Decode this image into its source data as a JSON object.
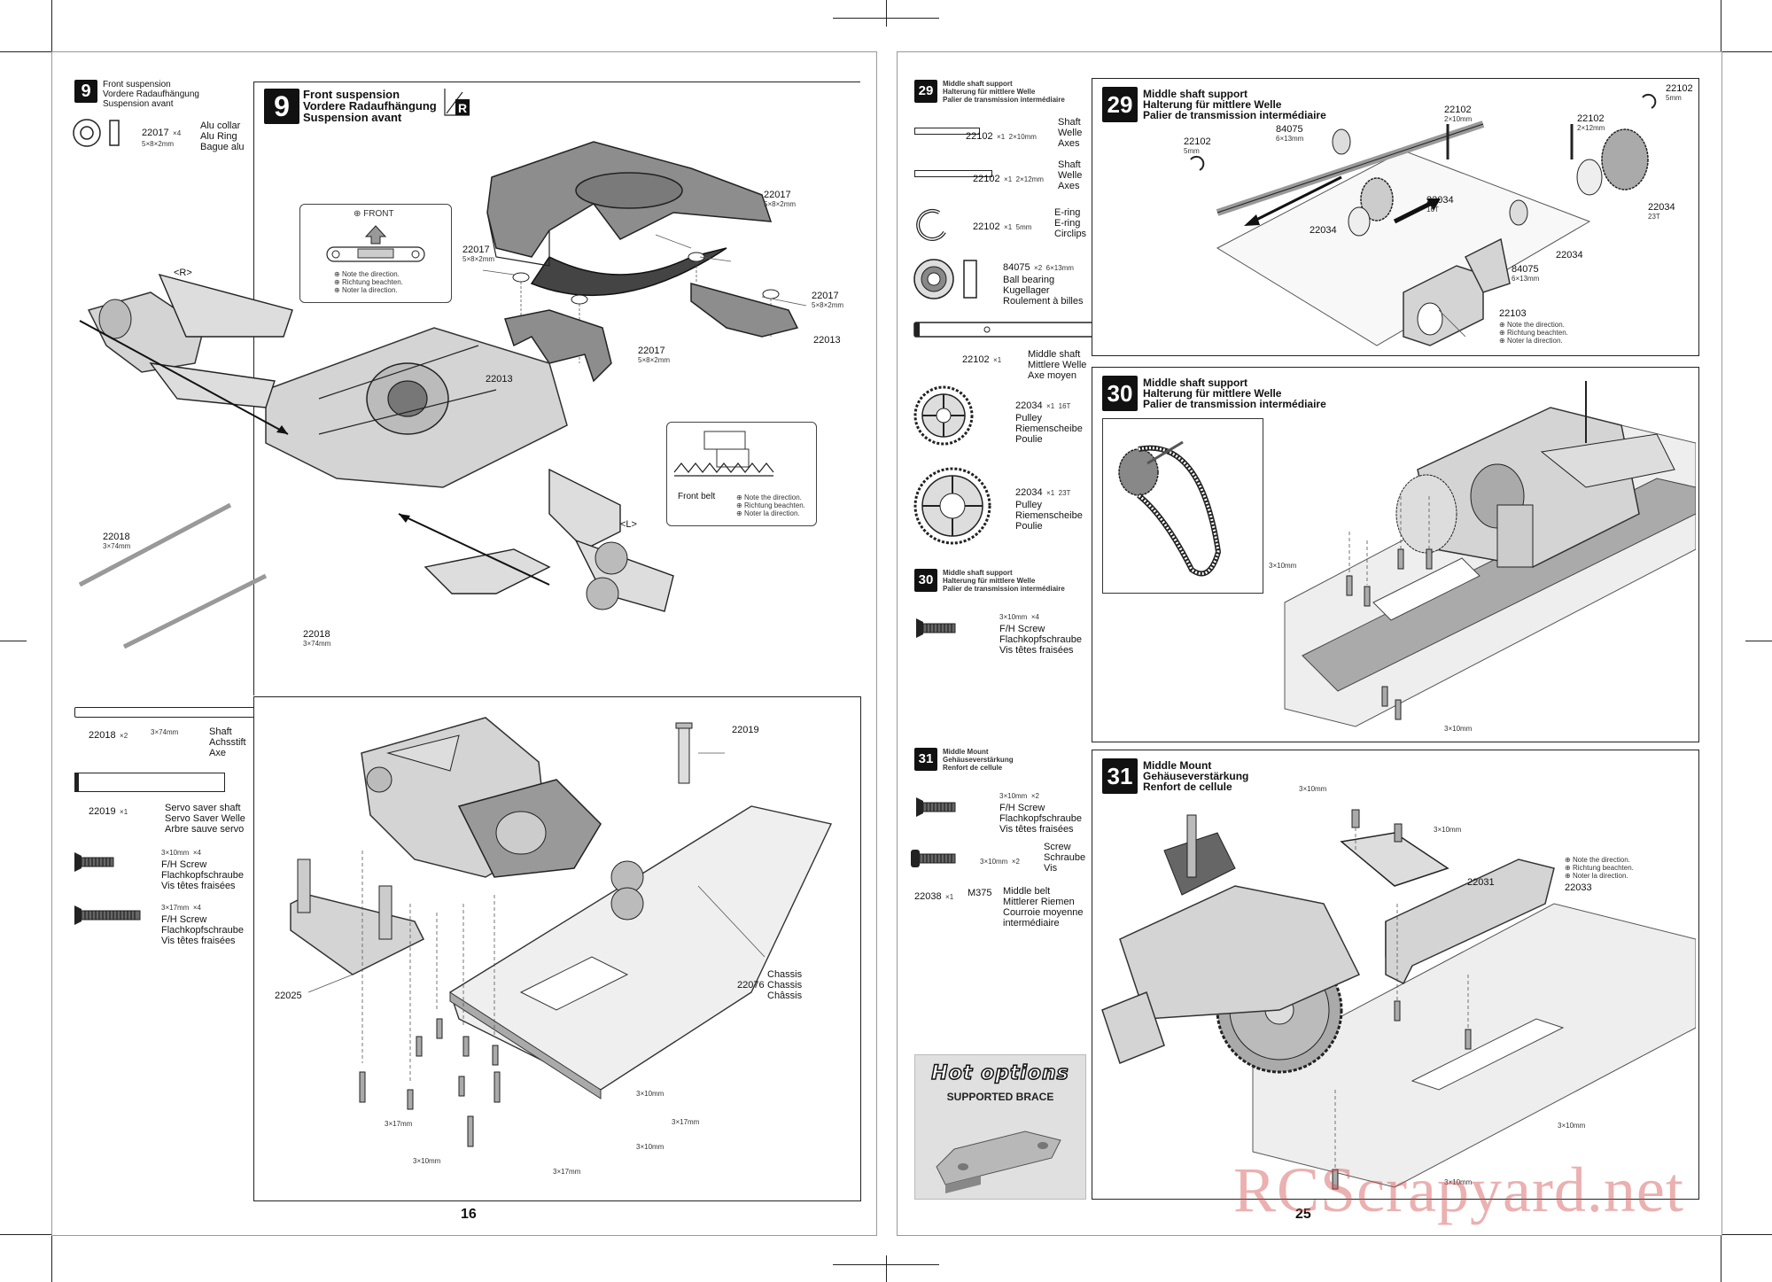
{
  "left_page": {
    "page_number": "16",
    "sidebar": {
      "step": "9",
      "title": [
        "Front suspension",
        "Vordere Radaufhängung",
        "Suspension avant"
      ],
      "parts": [
        {
          "id": "22017",
          "qty": "×4",
          "size": "5×8×2mm",
          "desc": [
            "Alu collar",
            "Alu Ring",
            "Bague alu"
          ]
        }
      ]
    },
    "main": {
      "step": "9",
      "title": [
        "Front suspension",
        "Vordere Radaufhängung",
        "Suspension avant"
      ],
      "side_r": "<R>",
      "side_l": "<L>",
      "front_note": {
        "label": "FRONT",
        "notes": [
          "Note the direction.",
          "Richtung beachten.",
          "Noter la direction."
        ]
      },
      "belt_note": {
        "label": "Front belt",
        "notes": [
          "Note the direction.",
          "Richtung beachten.",
          "Noter la direction."
        ]
      },
      "callouts": [
        {
          "id": "22017",
          "size": "5×8×2mm"
        },
        {
          "id": "22017",
          "size": "5×8×2mm"
        },
        {
          "id": "22017",
          "size": "5×8×2mm"
        },
        {
          "id": "22017",
          "size": "5×8×2mm"
        },
        {
          "id": "22013",
          "size": ""
        },
        {
          "id": "22013",
          "size": ""
        },
        {
          "id": "22018",
          "size": "3×74mm"
        },
        {
          "id": "22018",
          "size": "3×74mm"
        }
      ]
    },
    "lower_sidebar": {
      "parts": [
        {
          "id": "22018",
          "qty": "×2",
          "size": "3×74mm",
          "desc": [
            "Shaft",
            "Achsstift",
            "Axe"
          ]
        },
        {
          "id": "22019",
          "qty": "×1",
          "size": "",
          "desc": [
            "Servo saver shaft",
            "Servo Saver Welle",
            "Arbre sauve servo"
          ]
        },
        {
          "id": "",
          "qty": "×4",
          "size": "3×10mm",
          "desc": [
            "F/H Screw",
            "Flachkopfschraube",
            "Vis têtes fraisées"
          ]
        },
        {
          "id": "",
          "qty": "×4",
          "size": "3×17mm",
          "desc": [
            "F/H Screw",
            "Flachkopfschraube",
            "Vis têtes fraisées"
          ]
        }
      ]
    },
    "lower_main": {
      "labels": {
        "p22019": "22019",
        "p22025": "22025",
        "p22076": "22076",
        "chassis": [
          "Chassis",
          "Chassis",
          "Châssis"
        ],
        "s1": "3×10mm",
        "s2": "3×17mm",
        "s3": "3×17mm",
        "s4": "3×10mm",
        "s5": "3×10mm",
        "s6": "3×17mm"
      }
    }
  },
  "right_page": {
    "page_number": "25",
    "sidebar29": {
      "step": "29",
      "title": [
        "Middle shaft support",
        "Halterung für mittlere Welle",
        "Palier de transmission intermédiaire"
      ],
      "parts": [
        {
          "id": "22102",
          "qty": "×1",
          "size": "2×10mm",
          "desc": [
            "Shaft",
            "Welle",
            "Axes"
          ]
        },
        {
          "id": "22102",
          "qty": "×1",
          "size": "2×12mm",
          "desc": [
            "Shaft",
            "Welle",
            "Axes"
          ]
        },
        {
          "id": "22102",
          "qty": "×1",
          "size": "5mm",
          "desc": [
            "E-ring",
            "E-ring",
            "Circlips"
          ]
        },
        {
          "id": "84075",
          "qty": "×2",
          "size": "6×13mm",
          "desc": [
            "Ball bearing",
            "Kugellager",
            "Roulement à billes"
          ]
        },
        {
          "id": "22102",
          "qty": "×1",
          "size": "",
          "desc": [
            "Middle shaft",
            "Mittlere Welle",
            "Axe moyen"
          ]
        },
        {
          "id": "22034",
          "qty": "×1",
          "size": "16T",
          "desc": [
            "Pulley",
            "Riemenscheibe",
            "Poulie"
          ]
        },
        {
          "id": "22034",
          "qty": "×1",
          "size": "23T",
          "desc": [
            "Pulley",
            "Riemenscheibe",
            "Poulie"
          ]
        }
      ]
    },
    "main29": {
      "step": "29",
      "title": [
        "Middle shaft support",
        "Halterung für mittlere Welle",
        "Palier de transmission intermédiaire"
      ],
      "notes": [
        "Note the direction.",
        "Richtung beachten.",
        "Noter la direction."
      ],
      "labels": {
        "a": "22102",
        "a_size": "5mm",
        "b": "84075",
        "b_size": "6×13mm",
        "c": "22102",
        "c_size": "2×10mm",
        "d": "22034",
        "d_size": "16T",
        "e": "22034",
        "f": "22102",
        "f_size": "2×12mm",
        "g": "22102",
        "g_size": "5mm",
        "h": "22034",
        "h_size": "23T",
        "i": "84075",
        "i_size": "6×13mm",
        "j": "22034",
        "k": "22103"
      }
    },
    "sidebar30": {
      "step": "30",
      "title": [
        "Middle shaft support",
        "Halterung für mittlere Welle",
        "Palier de transmission intermédiaire"
      ],
      "parts": [
        {
          "id": "",
          "qty": "×4",
          "size": "3×10mm",
          "desc": [
            "F/H Screw",
            "Flachkopfschraube",
            "Vis têtes fraisées"
          ]
        }
      ]
    },
    "main30": {
      "step": "30",
      "title": [
        "Middle shaft support",
        "Halterung für mittlere Welle",
        "Palier de transmission intermédiaire"
      ],
      "labels": {
        "s1": "3×10mm",
        "s2": "3×10mm"
      }
    },
    "sidebar31": {
      "step": "31",
      "title": [
        "Middle Mount",
        "Gehäuseverstärkung",
        "Renfort de cellule"
      ],
      "parts": [
        {
          "id": "",
          "qty": "×2",
          "size": "3×10mm",
          "desc": [
            "F/H Screw",
            "Flachkopfschraube",
            "Vis têtes fraisées"
          ]
        },
        {
          "id": "",
          "qty": "×2",
          "size": "3×10mm",
          "desc": [
            "Screw",
            "Schraube",
            "Vis"
          ]
        },
        {
          "id": "22038",
          "qty": "×1",
          "size": "M375",
          "desc": [
            "Middle belt",
            "Mittlerer Riemen",
            "Courroie moyenne intermédiaire"
          ]
        }
      ]
    },
    "main31": {
      "step": "31",
      "title": [
        "Middle Mount",
        "Gehäuseverstärkung",
        "Renfort de cellule"
      ],
      "notes": [
        "Note the direction.",
        "Richtung beachten.",
        "Noter la direction."
      ],
      "labels": {
        "s1": "3×10mm",
        "s2": "3×10mm",
        "s3": "3×10mm",
        "s4": "3×10mm",
        "p1": "22031",
        "p2": "22033"
      }
    },
    "hot_options": {
      "logo": "Hot options",
      "caption": "SUPPORTED BRACE"
    }
  },
  "watermark": "RCScrapyard.net"
}
